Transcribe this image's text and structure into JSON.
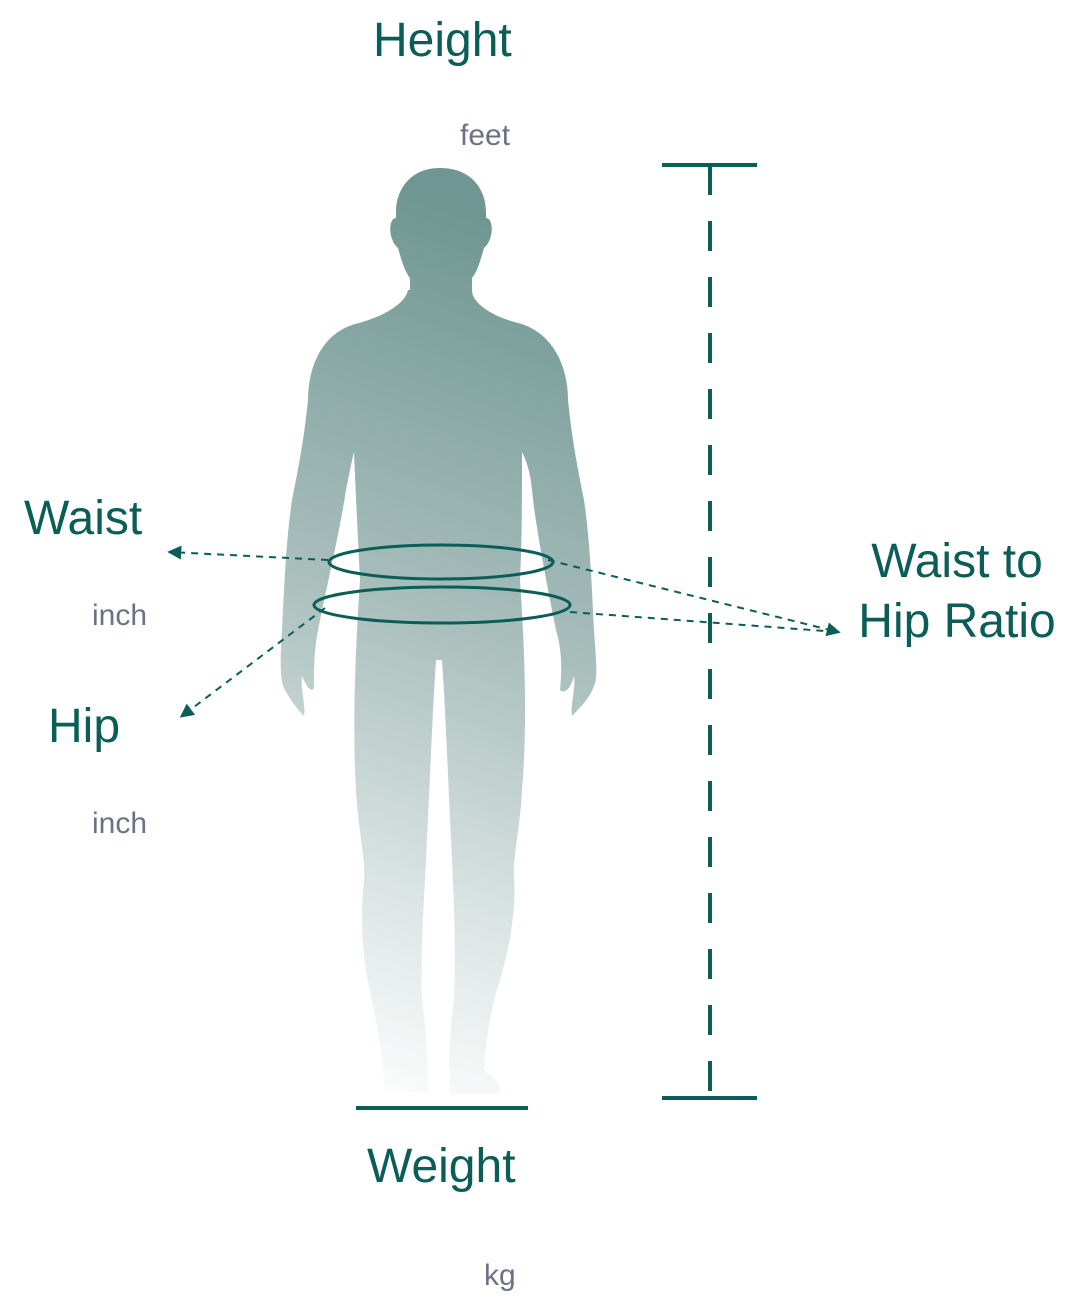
{
  "measurements": {
    "height": {
      "label": "Height",
      "unit": "feet"
    },
    "waist": {
      "label": "Waist",
      "unit": "inch"
    },
    "hip": {
      "label": "Hip",
      "unit": "inch"
    },
    "weight": {
      "label": "Weight",
      "unit": "kg"
    },
    "ratio": {
      "line1": "Waist to",
      "line2": "Hip Ratio"
    }
  },
  "colors": {
    "accent": "#0b5e57",
    "unit_text": "#6b7287",
    "body_dark": "#6f9692",
    "body_light": "#ffffff"
  },
  "icons": {
    "body": "human-body-silhouette-icon",
    "height_ruler": "height-ruler-icon",
    "floor": "floor-line-icon"
  }
}
